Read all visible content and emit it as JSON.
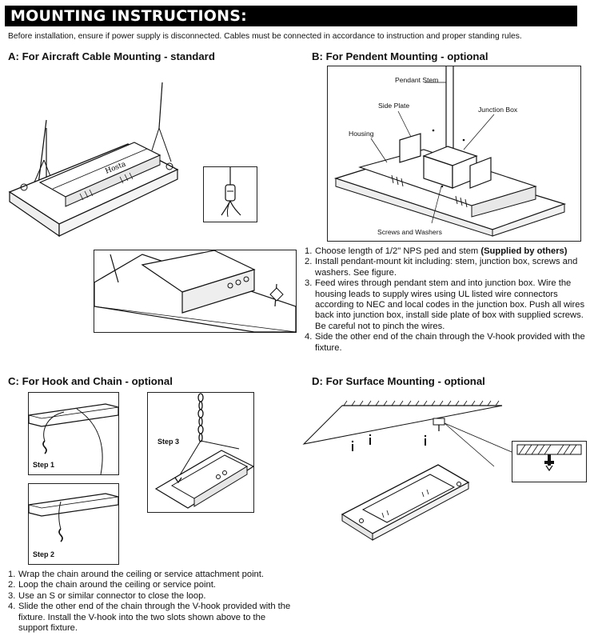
{
  "header": {
    "title": "MOUNTING INSTRUCTIONS:",
    "intro": "Before installation, ensure if power supply is disconnected. Cables must be connected in accordance to instruction and proper standing rules."
  },
  "sections": {
    "a": {
      "heading": "A: For Aircraft Cable Mounting - standard"
    },
    "b": {
      "heading": "B: For Pendent Mounting - optional",
      "labels": {
        "pendant_stem": "Pendant Stem",
        "side_plate": "Side Plate",
        "junction_box": "Junction Box",
        "housing": "Housing",
        "screws_washers": "Screws and Washers"
      },
      "steps": [
        {
          "num": "1.",
          "text": "Choose length of 1/2\" NPS ped and stem ",
          "bold": "(Supplied by others)"
        },
        {
          "num": "2.",
          "text": "Install pendant-mount kit including: stem, junction box, screws and washers. See figure."
        },
        {
          "num": "3.",
          "text": "Feed wires through pendant stem and into junction box. Wire the housing leads to supply wires using UL listed wire connectors according to NEC and local codes in the junction box. Push all wires back into junction box, install side plate of box with supplied screws. Be careful not to pinch the wires."
        },
        {
          "num": "4.",
          "text": "Side the other end of the chain through the V-hook provided with the fixture."
        }
      ]
    },
    "c": {
      "heading": "C: For Hook and Chain - optional",
      "step1": "Step 1",
      "step2": "Step 2",
      "step3": "Step 3",
      "steps": [
        {
          "num": "1.",
          "text": "Wrap the chain around the ceiling or service attachment point."
        },
        {
          "num": "2.",
          "text": "Loop the chain around the ceiling or service point."
        },
        {
          "num": "3.",
          "text": "Use an S or similar connector to close the loop."
        },
        {
          "num": "4.",
          "text": "Slide the other end of the chain through the V-hook provided with the fixture. Install the V-hook into the two slots shown above to the support fixture."
        }
      ]
    },
    "d": {
      "heading": "D: For Surface Mounting - optional"
    }
  }
}
